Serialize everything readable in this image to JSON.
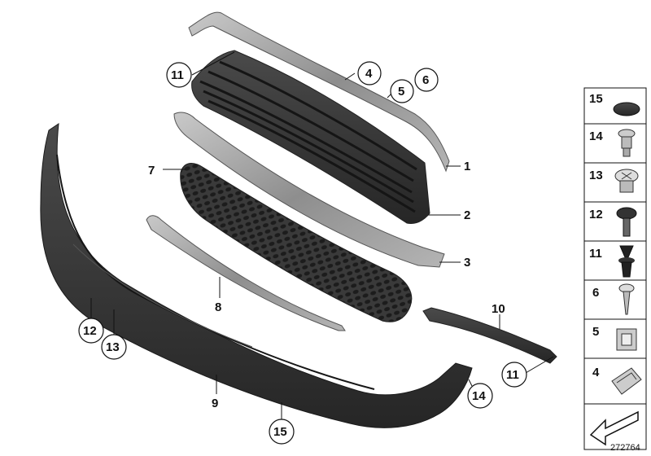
{
  "callouts": {
    "c1": "1",
    "c2": "2",
    "c3": "3",
    "c4": "4",
    "c5": "5",
    "c6": "6",
    "c7": "7",
    "c8": "8",
    "c9": "9",
    "c10": "10",
    "c11a": "11",
    "c11b": "11",
    "c12": "12",
    "c13": "13",
    "c14": "14",
    "c15": "15"
  },
  "legend": {
    "items": [
      "15",
      "14",
      "13",
      "12",
      "11",
      "6",
      "5",
      "4"
    ]
  },
  "reference_number": "272764",
  "colors": {
    "part_dark": "#2e2e2e",
    "part_grey": "#9a9a9a",
    "outline": "#111111"
  }
}
